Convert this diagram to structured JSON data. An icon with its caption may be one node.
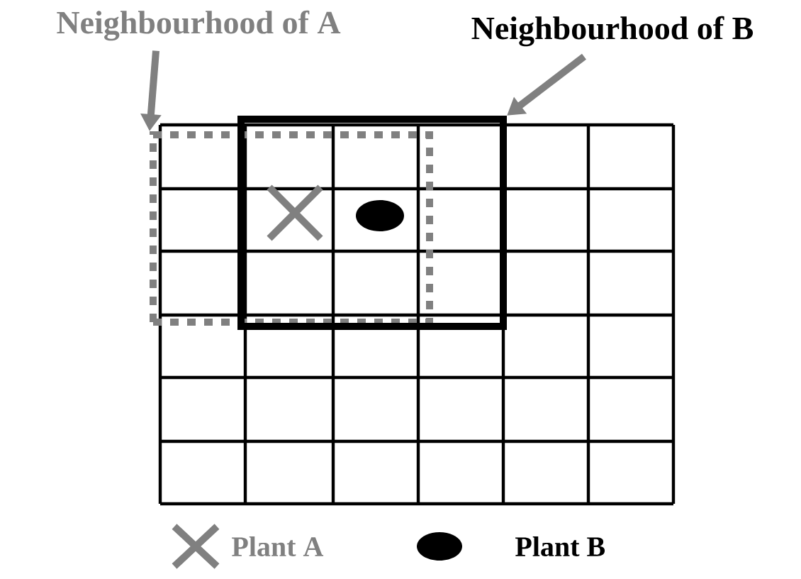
{
  "diagram": {
    "nodes": [
      {
        "text": [
          "Neighbourhood of A"
        ]
      },
      {
        "text": [
          "Neighbourhood of B"
        ]
      },
      {
        "text": [],
        "shape": "box"
      },
      {
        "text": [],
        "shape": "box"
      }
    ],
    "edges": [
      {
        "from": 0,
        "to": 2,
        "arrow": "to"
      },
      {
        "from": 1,
        "to": 3,
        "arrow": "to"
      }
    ],
    "legend": [
      {
        "text": "Plant A"
      },
      {
        "text": "Plant B"
      }
    ]
  }
}
